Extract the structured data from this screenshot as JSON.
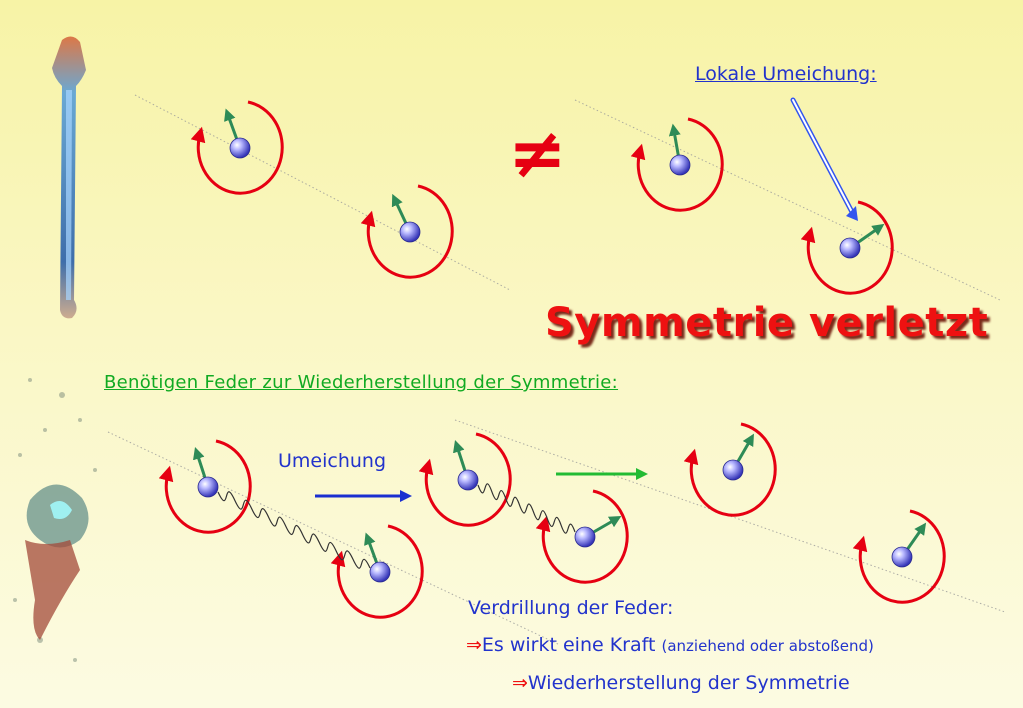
{
  "texts": {
    "lokale_umeichung": "Lokale Umeichung:",
    "not_equal": "≠",
    "symmetrie_verletzt": "Symmetrie verletzt",
    "benoetigen": "Benötigen Feder zur Wiederherstellung der Symmetrie:",
    "umeichung": "Umeichung",
    "verdrillung": "Verdrillung der Feder:",
    "implies": "⇒",
    "kraft": "Es wirkt eine Kraft",
    "kraft_detail": "(anziehend oder abstoßend)",
    "wiederherstellung": "Wiederherstellung der Symmetrie"
  },
  "colors": {
    "loop": "#e60012",
    "vector": "#2e8b57",
    "particle": "#5a5ae0",
    "blue_arrow": "#1a2fd0",
    "green_arrow": "#22bb33",
    "pointer_arrow": "#3355ee"
  }
}
